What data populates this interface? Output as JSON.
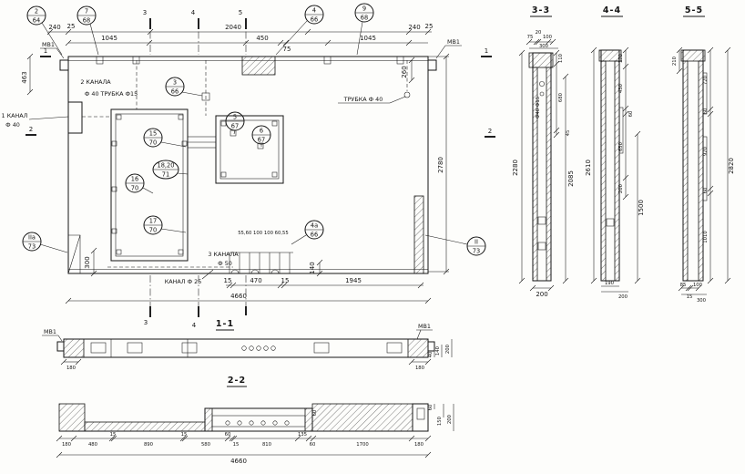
{
  "titles": {
    "s11": "1-1",
    "s22": "2-2",
    "s33": "3-3",
    "s44": "4-4",
    "s55": "5-5"
  },
  "markers": {
    "m1": "1",
    "m2": "2",
    "m3": "3",
    "m4": "4",
    "m5": "5"
  },
  "labels": {
    "mv1": "МВ1",
    "two_channels": "2 КАНАЛА",
    "tube15": "Ф 40  ТРУБКА Ф15",
    "one_channel_1": "1 КАНАЛ",
    "one_channel_2": "Ф 40",
    "tube40": "ТРУБКА Ф 40",
    "three_channels_1": "3 КАНАЛА",
    "three_channels_2": "Ф 50",
    "channel25": "КАНАЛ Ф 25",
    "spacing_row": "55,60  100  100  60,55",
    "section_tubes": "Ф40 Ф15"
  },
  "callouts": {
    "c2": {
      "num": "2",
      "sheet": "64"
    },
    "c7": {
      "num": "7",
      "sheet": "68"
    },
    "c4": {
      "num": "4",
      "sheet": "66"
    },
    "c9": {
      "num": "9",
      "sheet": "68"
    },
    "c3": {
      "num": "3",
      "sheet": "66"
    },
    "c5": {
      "num": "5",
      "sheet": "67"
    },
    "c6": {
      "num": "6",
      "sheet": "67"
    },
    "c15": {
      "num": "15",
      "sheet": "70"
    },
    "c16": {
      "num": "16",
      "sheet": "70"
    },
    "c17": {
      "num": "17",
      "sheet": "70"
    },
    "c18_20": {
      "num": "18,20",
      "sheet": "71"
    },
    "c4a": {
      "num": "4а",
      "sheet": "66"
    },
    "cIIa": {
      "num": "IIа",
      "sheet": "73"
    },
    "cII": {
      "num": "II",
      "sheet": "73"
    }
  },
  "dims": {
    "main_top1": [
      "240",
      "25",
      "2040",
      "240",
      "25"
    ],
    "main_top2": [
      "1045",
      "450",
      "75",
      "1045"
    ],
    "main_left": [
      "463"
    ],
    "main_right": [
      "260",
      "2780"
    ],
    "main_bottom": [
      "15",
      "470",
      "15",
      "1945"
    ],
    "main_total": "4660",
    "main_vert": [
      "300",
      "140"
    ],
    "s33_top": [
      "75",
      "20",
      "100",
      "300"
    ],
    "s33_left": "2280",
    "s33_right": [
      "110",
      "680",
      "45",
      "2085"
    ],
    "s33_bottom": "200",
    "s44_left": "2610",
    "s44_right": [
      "170",
      "430",
      "60",
      "650",
      "200",
      "1500"
    ],
    "s44_bottom": [
      "190",
      "200"
    ],
    "s55_top": "210",
    "s55_right": [
      "720",
      "60",
      "920",
      "60",
      "1010",
      "2820"
    ],
    "s55_bottom": [
      "85",
      "15",
      "100",
      "300"
    ],
    "s11_bottom": [
      "180",
      "180"
    ],
    "s11_right": [
      "40",
      "140",
      "200"
    ],
    "s22_row": [
      "180",
      "480",
      "15",
      "890",
      "15",
      "580",
      "60",
      "15",
      "810",
      "135",
      "60",
      "1700",
      "180"
    ],
    "s22_total": "4660",
    "s22_right": [
      "60",
      "150",
      "200"
    ],
    "s22_inner": "60"
  }
}
